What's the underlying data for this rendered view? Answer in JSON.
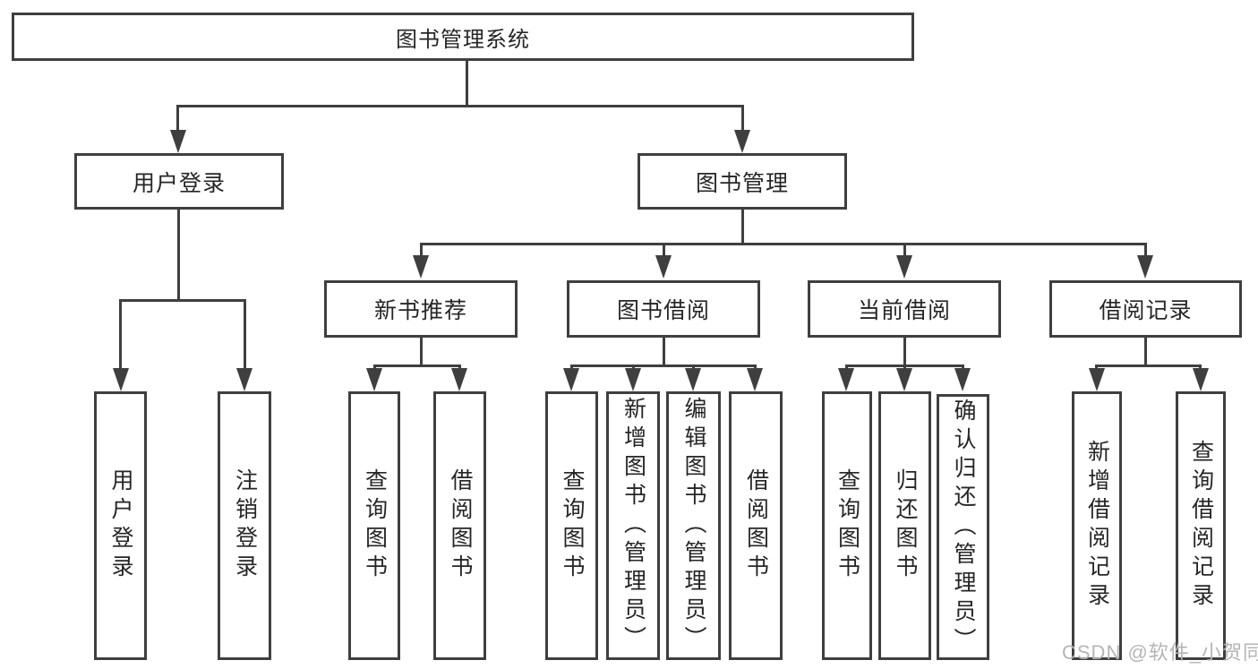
{
  "diagram": {
    "title": "图书管理系统",
    "user_login": {
      "label": "用户登录",
      "children": [
        "用户登录",
        "注销登录"
      ]
    },
    "book_management": {
      "label": "图书管理",
      "sections": [
        {
          "label": "新书推荐",
          "children": [
            "查询图书",
            "借阅图书"
          ]
        },
        {
          "label": "图书借阅",
          "children": [
            "查询图书",
            "新增图书（管理员）",
            "编辑图书（管理员）",
            "借阅图书"
          ]
        },
        {
          "label": "当前借阅",
          "children": [
            "查询图书",
            "归还图书",
            "确认归还（管理员）"
          ]
        },
        {
          "label": "借阅记录",
          "children": [
            "新增借阅记录",
            "查询借阅记录"
          ]
        }
      ]
    }
  },
  "watermark": {
    "text": "CSDN @软件_小贺同学"
  },
  "colors": {
    "line": "#3f3f3f",
    "text": "#262626",
    "watermark": "#b5b5b5",
    "background": "#ffffff"
  }
}
